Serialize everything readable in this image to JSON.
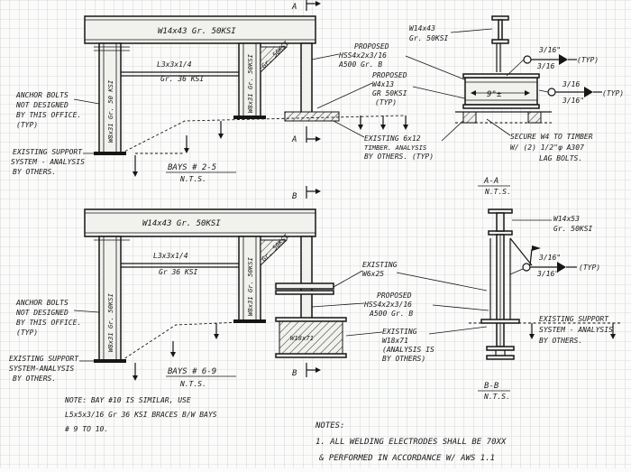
{
  "upper": {
    "beam_label": "W14x43  Gr. 50KSI",
    "brace_label": [
      "L3x3x1/4",
      "Gr. 36 KSI"
    ],
    "column_label": "W8x31  Gr. 50 KSI",
    "column_label_right": "W8x31  Gr. 50KSI",
    "gusset_label": "Gr. 50KSI",
    "anchor_note": [
      "ANCHOR BOLTS",
      "NOT DESIGNED",
      "BY THIS OFFICE.",
      "(TYP)"
    ],
    "support_note": [
      "EXISTING SUPPORT",
      "SYSTEM - ANALYSIS",
      "BY OTHERS."
    ],
    "bays_label": "BAYS # 2-5",
    "nts": "N.T.S.",
    "hss_note": [
      "PROPOSED",
      "HSS4x2x3/16",
      "A500 Gr. B"
    ],
    "w4_note": [
      "PROPOSED",
      "W4x13",
      "GR 50KSI",
      "(TYP)"
    ],
    "timber_note": [
      "EXISTING 6x12",
      "TIMBER. ANALYSIS",
      "BY OTHERS. (TYP)"
    ],
    "section_cut": "A"
  },
  "section_a": {
    "beam_label": [
      "W14x43",
      "Gr. 50KSI"
    ],
    "weld_top": [
      "3/16\"",
      "3/16"
    ],
    "weld_low": [
      "3/16",
      "3/16\""
    ],
    "typ": "(TYP)",
    "dim": "9\"±",
    "secure_note": [
      "SECURE W4 TO TIMBER",
      "W/ (2) 1/2\"φ A307",
      "LAG BOLTS."
    ],
    "title": "A-A",
    "nts": "N.T.S."
  },
  "lower": {
    "beam_label": "W14x43  Gr. 50KSI",
    "brace_label": [
      "L3x3x1/4",
      "Gr 36 KSI"
    ],
    "column_label": "W8x31  Gr. 50KSI",
    "column_label_right": "W8x31  Gr. 50KSI",
    "gusset_label": "Gr. 50KSI",
    "anchor_note": [
      "ANCHOR BOLTS",
      "NOT DESIGNED",
      "BY THIS OFFICE.",
      "(TYP)"
    ],
    "support_note": [
      "EXISTING SUPPORT",
      "SYSTEM-ANALYSIS",
      "BY OTHERS."
    ],
    "bays_label": "BAYS # 6-9",
    "nts": "N.T.S.",
    "w6_note": [
      "EXISTING",
      "W6x25"
    ],
    "hss_note": [
      "PROPOSED",
      "HSS4x2x3/16",
      "A500 Gr. B"
    ],
    "w18_note": [
      "EXISTING",
      "W18x71",
      "(ANALYSIS IS",
      "BY OTHERS)"
    ],
    "w18_beam_text": "W18x71",
    "section_cut": "B"
  },
  "section_b": {
    "beam_label": [
      "W14x53",
      "Gr. 50KSI"
    ],
    "weld": [
      "3/16\"",
      "3/16\""
    ],
    "typ": "(TYP)",
    "support_note": [
      "EXISTING SUPPORT",
      "SYSTEM - ANALYSIS",
      "BY OTHERS."
    ],
    "title": "B-B",
    "nts": "N.T.S."
  },
  "bay_note": [
    "NOTE: BAY #10  IS SIMILAR, USE",
    "L5x5x3/16 Gr 36 KSI  BRACES B/W BAYS",
    "# 9 TO 10."
  ],
  "general_notes": {
    "heading": "NOTES:",
    "lines": [
      "1. ALL WELDING ELECTRODES SHALL BE 70XX",
      "& PERFORMED IN ACCORDANCE W/ AWS 1.1"
    ]
  },
  "colors": {
    "ink": "#161616",
    "grid": "#b9bcc4",
    "paper": "#fbfbfa"
  }
}
